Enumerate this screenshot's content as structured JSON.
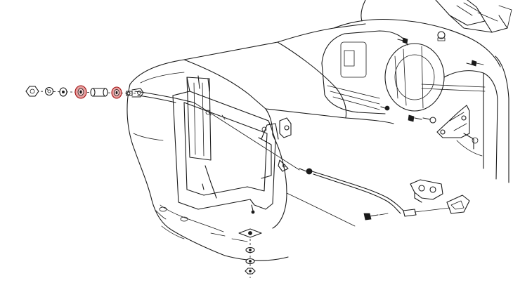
{
  "diagram": {
    "parts": [
      {
        "id": "nut",
        "icon": "hex-nut-icon"
      },
      {
        "id": "lock-washer",
        "icon": "lock-washer-icon"
      },
      {
        "id": "flat-washer",
        "icon": "flat-washer-icon"
      },
      {
        "id": "rubber-grommet-outer",
        "icon": "grommet-icon",
        "highlighted": true
      },
      {
        "id": "spacer-sleeve",
        "icon": "sleeve-icon"
      },
      {
        "id": "rubber-grommet-inner",
        "icon": "grommet-icon",
        "highlighted": true
      },
      {
        "id": "stud-bolt",
        "icon": "bolt-icon"
      }
    ],
    "colors": {
      "line": "#1a1a1a",
      "background": "#ffffff",
      "highlight": "#e8a0a0",
      "highlight_stroke": "#a01010"
    }
  }
}
